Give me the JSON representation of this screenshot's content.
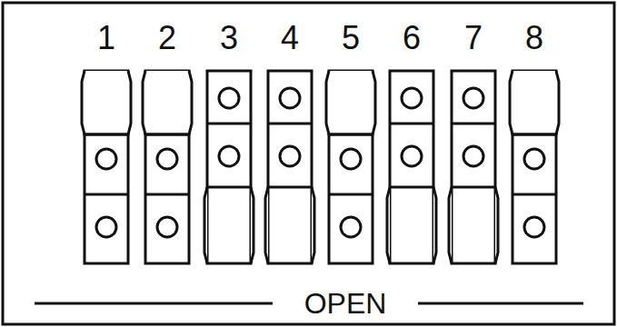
{
  "diagram": {
    "labels": [
      "1",
      "2",
      "3",
      "4",
      "5",
      "6",
      "7",
      "8",
      "OPEN"
    ]
  }
}
